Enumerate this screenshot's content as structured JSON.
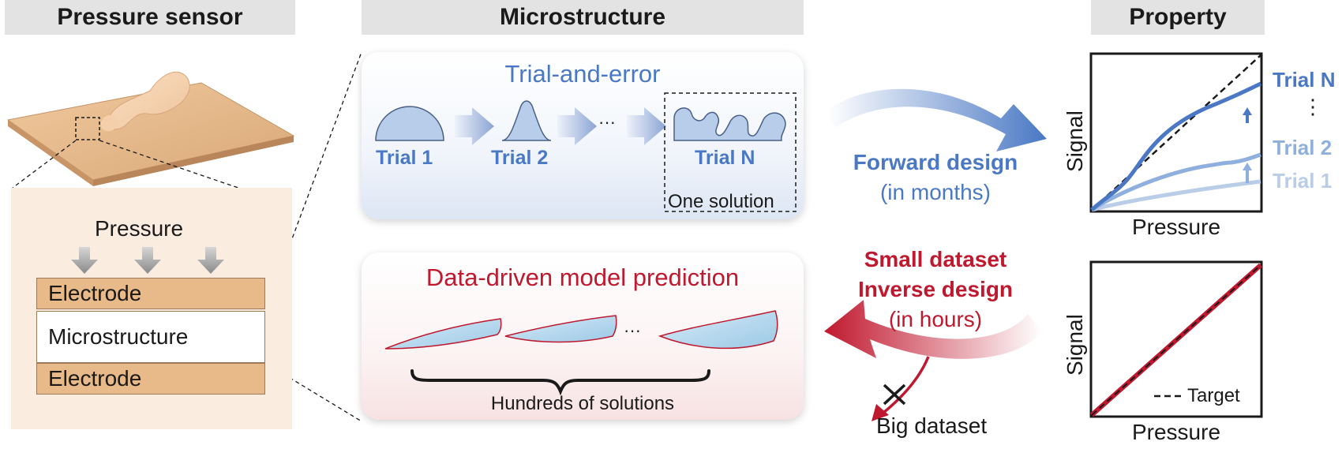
{
  "headers": {
    "pressure_sensor": "Pressure sensor",
    "microstructure": "Microstructure",
    "property": "Property"
  },
  "sensor": {
    "pressure_label": "Pressure",
    "layers": [
      "Electrode",
      "Microstructure",
      "Electrode"
    ]
  },
  "trial_panel": {
    "title": "Trial-and-error",
    "trials": [
      "Trial 1",
      "Trial 2",
      "Trial N"
    ],
    "ellipsis": "···",
    "caption": "One solution"
  },
  "data_panel": {
    "title": "Data-driven model prediction",
    "ellipsis": "···",
    "caption": "Hundreds of solutions"
  },
  "forward": {
    "line1": "Forward design",
    "line2": "(in months)"
  },
  "inverse": {
    "line1": "Small dataset",
    "line2": "Inverse design",
    "line3": "(in hours)",
    "big_dataset": "Big dataset"
  },
  "top_plot": {
    "ylabel": "Signal",
    "xlabel": "Pressure",
    "series": [
      "Trial N",
      "Trial 2",
      "Trial 1"
    ],
    "dots": "⋮"
  },
  "bottom_plot": {
    "ylabel": "Signal",
    "xlabel": "Pressure",
    "legend": "Target"
  },
  "colors": {
    "blue": "#4a78c4",
    "light_blue": "#8fb0de",
    "pale_blue": "#b9cde8",
    "red": "#c0182e",
    "sand": "#e8b989",
    "header_gray": "#e3e3e3"
  }
}
